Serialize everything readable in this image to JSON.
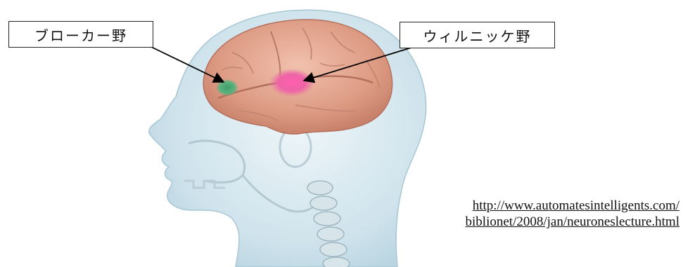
{
  "labels": {
    "broca": "ブローカー野",
    "wernicke": "ウィルニッケ野"
  },
  "source": {
    "line1": "http://www.automatesintelligents.com/",
    "line2": "biblionet/2008/jan/neuroneslecture.html"
  },
  "colors": {
    "broca_area": "#5aa875",
    "wernicke_area": "#e8559a",
    "brain": "#e0a08a",
    "skin": "#cfe4ec",
    "arrow": "#000000"
  }
}
